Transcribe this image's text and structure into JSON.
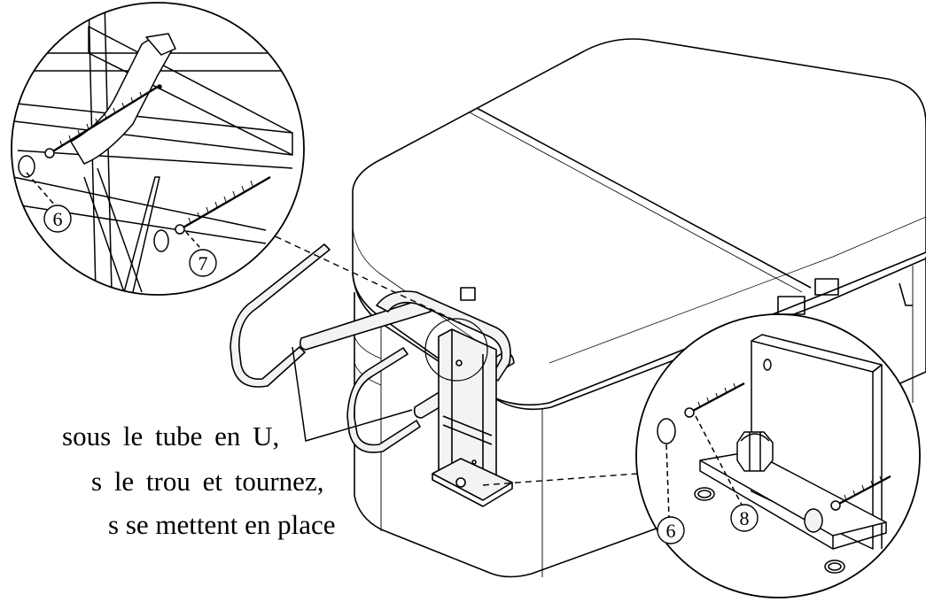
{
  "instructions": {
    "line1": "sous le tube en U,",
    "line2": "s le trou et tournez,",
    "line3": "s se mettent en place"
  },
  "callouts": {
    "part6_top": "6",
    "part7": "7",
    "part6_bottom": "6",
    "part8": "8"
  },
  "colors": {
    "line": "#000000",
    "background": "#ffffff",
    "handle_fill": "#f3f3f3"
  }
}
